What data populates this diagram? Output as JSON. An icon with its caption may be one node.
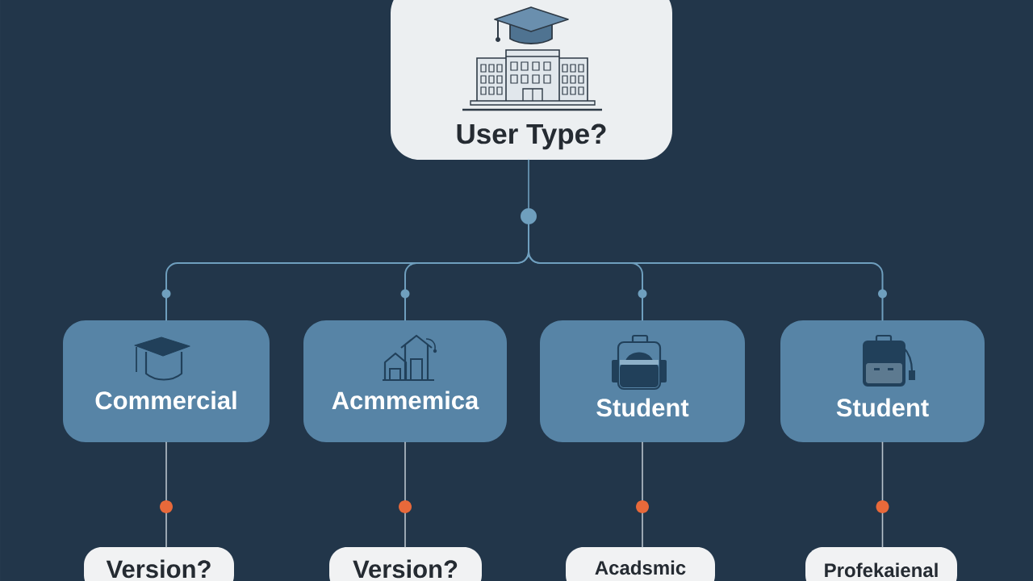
{
  "diagram": {
    "nodes": [
      {
        "text": [
          "User Type?"
        ]
      },
      {
        "text": [],
        "shape": "circle"
      },
      {
        "text": [
          "Commercial"
        ]
      },
      {
        "text": [
          "Acmmemica"
        ]
      },
      {
        "text": [
          "Student"
        ]
      },
      {
        "text": [
          "Student"
        ]
      },
      {
        "text": [
          "Version?"
        ]
      },
      {
        "text": [
          "Version?"
        ]
      },
      {
        "text": [
          "Acadsmic"
        ]
      },
      {
        "text": [
          "Profekaienal"
        ]
      }
    ],
    "edges": [
      {
        "from": 0,
        "to": 1,
        "arrow": "none"
      },
      {
        "from": 1,
        "to": 2,
        "arrow": "none"
      },
      {
        "from": 1,
        "to": 3,
        "arrow": "none"
      },
      {
        "from": 1,
        "to": 4,
        "arrow": "none"
      },
      {
        "from": 1,
        "to": 5,
        "arrow": "none"
      },
      {
        "from": 2,
        "to": 6,
        "arrow": "none",
        "color": "#b9c3cc"
      },
      {
        "from": 3,
        "to": 7,
        "arrow": "none",
        "color": "#b9c3cc"
      },
      {
        "from": 4,
        "to": 8,
        "arrow": "none",
        "color": "#b9c3cc"
      },
      {
        "from": 5,
        "to": 9,
        "arrow": "none",
        "color": "#b9c3cc"
      }
    ]
  }
}
